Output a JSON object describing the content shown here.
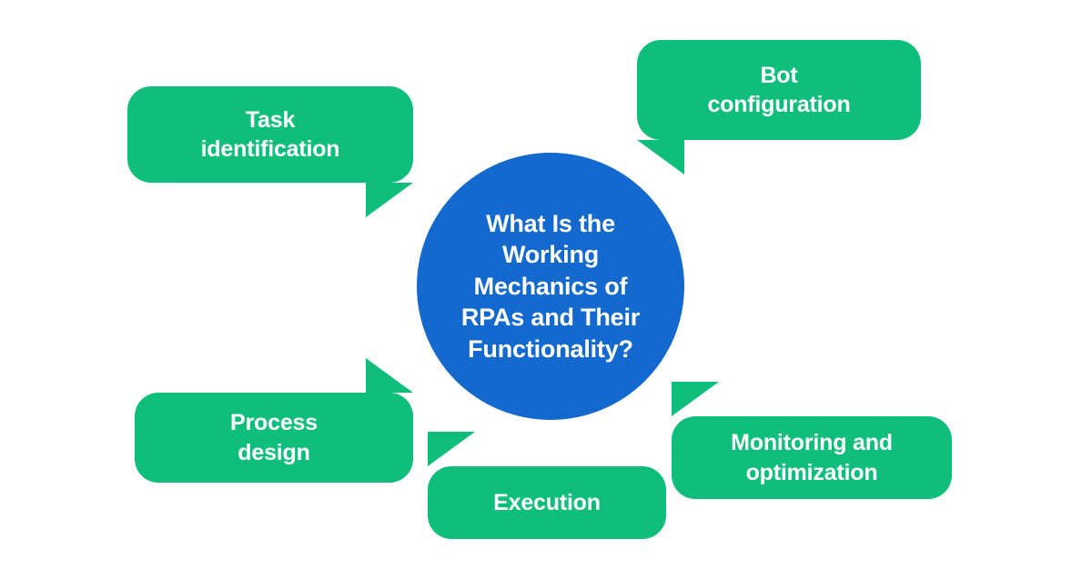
{
  "diagram": {
    "type": "hub-and-spoke-speech-bubbles",
    "background_color": "#ffffff",
    "hub": {
      "label": "What Is the\nWorking\nMechanics of\nRPAs and Their\nFunctionality?",
      "shape": "circle",
      "color": "#1369CE",
      "text_color": "#ffffff"
    },
    "bubble_color": "#10BE7B",
    "bubble_text_color": "#ffffff",
    "bubbles": [
      {
        "id": "task-identification",
        "label": "Task\nidentification",
        "tail": "bottom-right-down",
        "position": "top-left"
      },
      {
        "id": "bot-configuration",
        "label": "Bot\nconfiguration",
        "tail": "bottom-left-down",
        "position": "top-right"
      },
      {
        "id": "process-design",
        "label": "Process\ndesign",
        "tail": "top-right-up",
        "position": "bottom-left"
      },
      {
        "id": "execution",
        "label": "Execution",
        "tail": "top-left-up",
        "position": "bottom-center"
      },
      {
        "id": "monitoring-optimization",
        "label": "Monitoring and\noptimization",
        "tail": "top-left-up",
        "position": "bottom-right"
      }
    ]
  }
}
